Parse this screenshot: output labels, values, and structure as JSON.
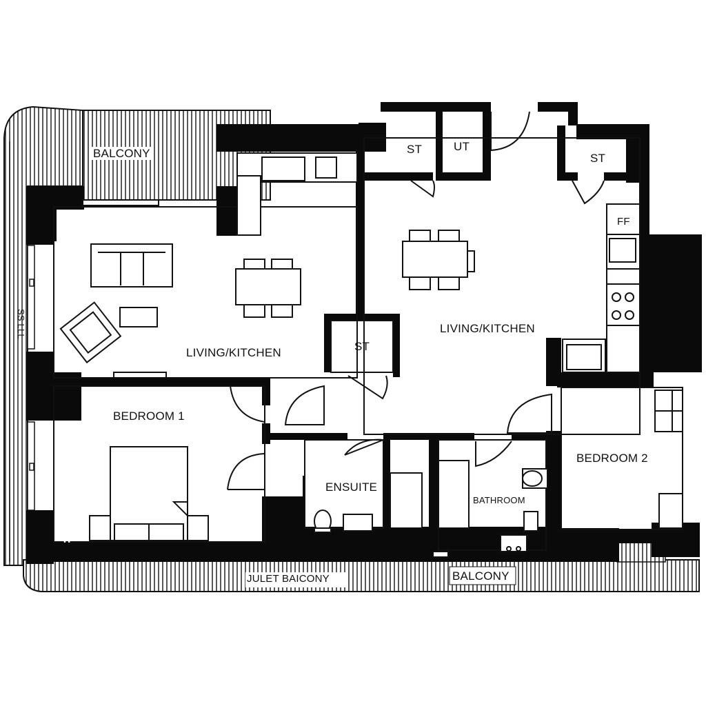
{
  "labels": {
    "balcony_top": "BALCONY",
    "living_kitchen_left": "LIVING/KITCHEN",
    "living_kitchen_right": "LIVING/KITCHEN",
    "bedroom_1": "BEDROOM 1",
    "bedroom_2": "BEDROOM 2",
    "ensuite": "ENSUITE",
    "bathroom": "BATHROOM",
    "st_top": "ST",
    "ut": "UT",
    "st_right": "ST",
    "st_middle": "ST",
    "ff": "FF",
    "wardrobe": "W",
    "juliet_balcony": "JULET BAICONY",
    "balcony_bottom": "BALCONY",
    "side_text": "SS LLL"
  },
  "colors": {
    "wall": "#0a0a0a",
    "line": "#111111",
    "background": "#ffffff"
  }
}
